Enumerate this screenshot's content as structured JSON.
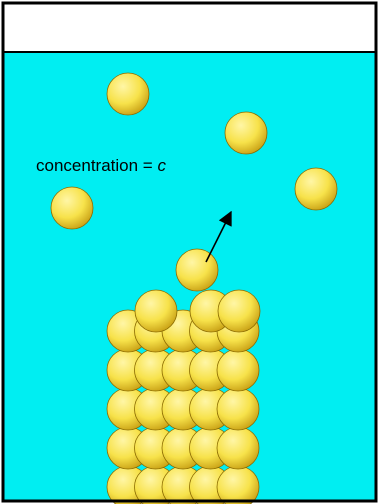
{
  "header": {
    "text": ""
  },
  "annotation": {
    "text": "concentration = ",
    "variable": "c"
  },
  "colors": {
    "solution": "#00EEF2",
    "frame": "#000000",
    "header_background": "#FFFFFF",
    "particle_light": "#FFF6A6",
    "particle_mid": "#F7E24A",
    "particle_dark": "#C49A10",
    "particle_outline": "#8A6A00"
  },
  "crystal": {
    "full_rows": 5,
    "columns": 5,
    "top_row_particles": 3,
    "detaching_particles": 1
  },
  "free_particles": 4
}
